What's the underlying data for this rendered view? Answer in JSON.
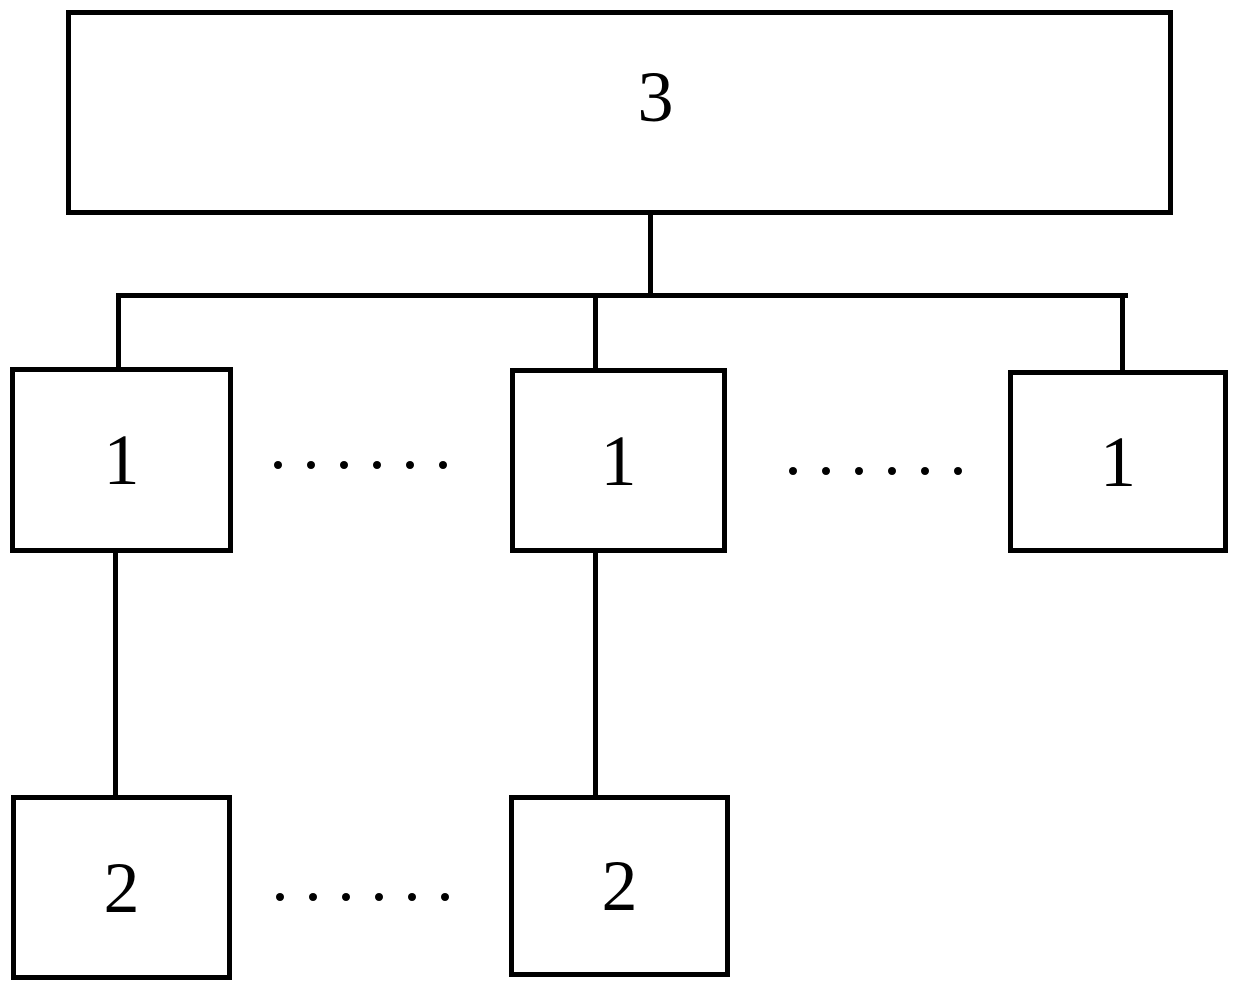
{
  "diagram": {
    "background_color": "#ffffff",
    "line_color": "#000000",
    "nodes": {
      "top": {
        "label": "3"
      },
      "row1_left": {
        "label": "1"
      },
      "row1_mid": {
        "label": "1"
      },
      "row1_right": {
        "label": "1"
      },
      "row2_left": {
        "label": "2"
      },
      "row2_mid": {
        "label": "2"
      }
    },
    "ellipses": {
      "row1_left_gap": {
        "dot_count": 6
      },
      "row1_right_gap": {
        "dot_count": 6
      },
      "row2_gap": {
        "dot_count": 6
      }
    },
    "connections": {
      "top_to_bus": "node 3 to distribution bus",
      "bus_to_row1": "bus to each node 1",
      "row1_to_row2": "node 1 to node 2 (left and middle columns)"
    }
  }
}
